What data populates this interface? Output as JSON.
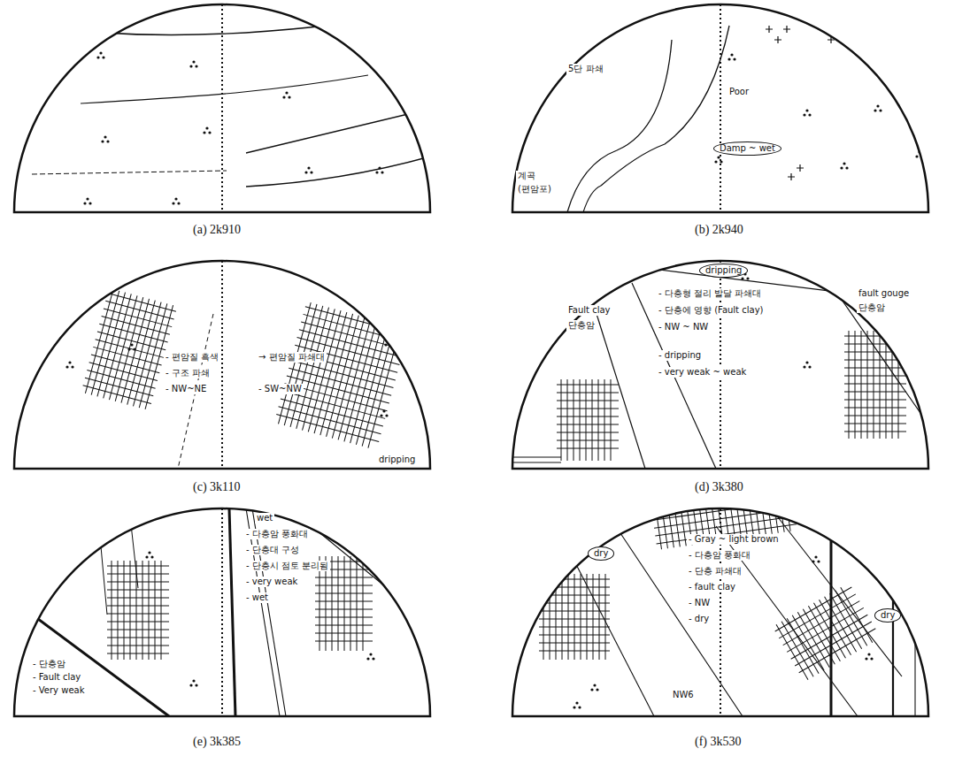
{
  "diagram": {
    "labels": [
      "(a) 2k910",
      "5단 파쇄",
      "Poor",
      "Damp ~ wet",
      "계곡",
      "(편암포)",
      "(b) 2k940",
      "- 편암질 흑색",
      "- 구조 파쇄",
      "- NW~NE",
      "→ 편암질 파쇄대",
      "- SW~NW",
      "dripping",
      "(c) 3k110",
      "dripping",
      "- 다층형 절리 발달 파쇄대",
      "- 단층에 영향 (Fault clay)",
      "- NW ~ NW",
      "- dripping",
      "- very weak ~ weak",
      "Fault clay",
      "단층암",
      "fault gouge",
      "단층암",
      "(d) 3k380",
      "wet",
      "- 다층암 풍화대",
      "- 단층대 구성",
      "- 단층시 점토 분리됨",
      "- very weak",
      "- wet",
      "- 단층암",
      "- Fault clay",
      "- Very weak",
      "(e) 3k385",
      "dry",
      "- Gray ~ light brown",
      "- 다층암 풍화대",
      "- 단층 파쇄대",
      "- fault clay",
      "- NW",
      "- dry",
      "dry",
      "NW6",
      "(f) 3k530"
    ]
  }
}
